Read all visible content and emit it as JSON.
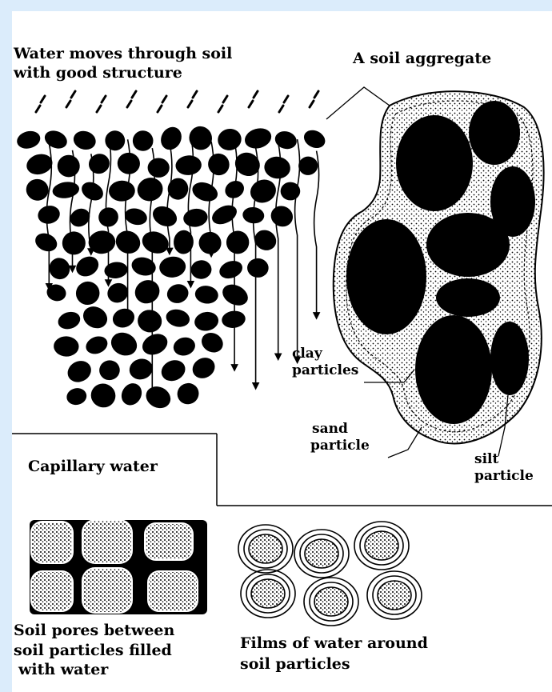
{
  "labels": {
    "water_moves_line1": "Water moves through soil",
    "water_moves_line2": "with good structure",
    "soil_aggregate": "A soil aggregate",
    "clay_line1": "clay",
    "clay_line2": "particles",
    "sand_line1": "sand",
    "sand_line2": "particle",
    "silt_line1": "silt",
    "silt_line2": "particle",
    "capillary_water": "Capillary water",
    "pores_line1": "Soil pores between",
    "pores_line2": "soil particles filled",
    "pores_line3": "with water",
    "films_line1": "Films of water around",
    "films_line2": "soil particles"
  },
  "colors": {
    "background": "#dbecfb",
    "panel": "#ffffff",
    "ink": "#000000"
  }
}
